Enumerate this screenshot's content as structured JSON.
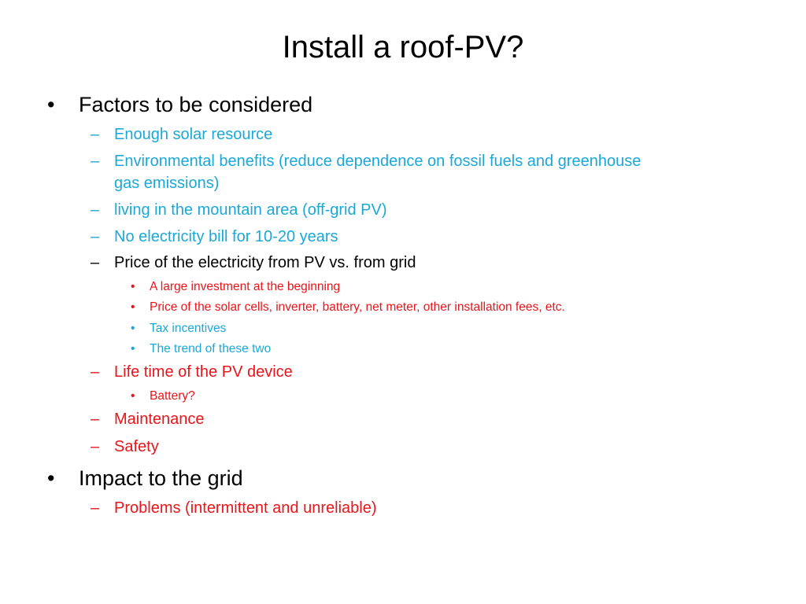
{
  "slide": {
    "title": "Install a roof-PV?",
    "colors": {
      "black": "#000000",
      "cyan": "#1aa8d8",
      "red": "#e8151b"
    },
    "items": [
      {
        "level": 1,
        "marker": "•",
        "text": "Factors to be considered",
        "color": "#000000"
      },
      {
        "level": 2,
        "marker": "–",
        "text": "Enough solar resource",
        "color": "#1aa8d8"
      },
      {
        "level": 2,
        "marker": "–",
        "text": "Environmental benefits (reduce dependence on fossil fuels and greenhouse",
        "color": "#1aa8d8"
      },
      {
        "level": 2,
        "marker": "",
        "text": "gas emissions)",
        "color": "#1aa8d8"
      },
      {
        "level": 2,
        "marker": "–",
        "text": "living in the mountain area (off-grid PV)",
        "color": "#1aa8d8"
      },
      {
        "level": 2,
        "marker": "–",
        "text": "No electricity bill for 10-20 years",
        "color": "#1aa8d8"
      },
      {
        "level": 2,
        "marker": "–",
        "text": "Price of the electricity from PV vs. from grid",
        "color": "#000000"
      },
      {
        "level": 3,
        "marker": "•",
        "text": "A large investment at the beginning",
        "color": "#e8151b"
      },
      {
        "level": 3,
        "marker": "•",
        "text": "Price of the solar cells, inverter, battery, net meter, other installation fees, etc.",
        "color": "#e8151b"
      },
      {
        "level": 3,
        "marker": "•",
        "text": "Tax incentives",
        "color": "#1aa8d8"
      },
      {
        "level": 3,
        "marker": "•",
        "text": "The trend of these two",
        "color": "#1aa8d8"
      },
      {
        "level": 2,
        "marker": "–",
        "text": "Life time of the PV device",
        "color": "#e8151b"
      },
      {
        "level": 3,
        "marker": "•",
        "text": "Battery?",
        "color": "#e8151b"
      },
      {
        "level": 2,
        "marker": "–",
        "text": "Maintenance",
        "color": "#e8151b"
      },
      {
        "level": 2,
        "marker": "–",
        "text": "Safety",
        "color": "#e8151b"
      },
      {
        "level": 1,
        "marker": "•",
        "text": "Impact to the grid",
        "color": "#000000"
      },
      {
        "level": 2,
        "marker": "–",
        "text": "Problems (intermittent and unreliable)",
        "color": "#e8151b"
      }
    ]
  }
}
